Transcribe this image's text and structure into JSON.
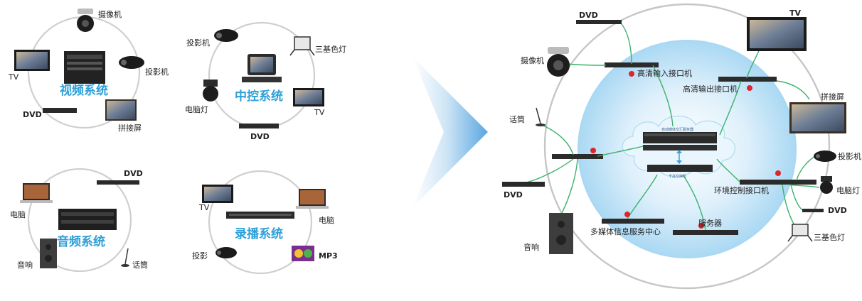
{
  "left": {
    "video": {
      "title": "视频系统",
      "camera": "摄像机",
      "projector": "投影机",
      "tv": "TV",
      "dvd": "DVD",
      "splice": "拼接屏"
    },
    "control": {
      "title": "中控系统",
      "projector": "投影机",
      "light": "三基色灯",
      "computer_light": "电脑灯",
      "tv": "TV",
      "dvd": "DVD"
    },
    "audio": {
      "title": "音频系统",
      "dvd": "DVD",
      "computer": "电脑",
      "speaker": "音响",
      "mic": "话筒"
    },
    "recording": {
      "title": "录播系统",
      "tv": "TV",
      "computer": "电脑",
      "projector": "投影",
      "mp3": "MP3"
    }
  },
  "right": {
    "dvd_top": "DVD",
    "tv": "TV",
    "camera": "摄像机",
    "hd_input": "高清输入接口机",
    "hd_output": "高清输出接口机",
    "splice": "拼接屏",
    "mic": "话筒",
    "projector": "投影机",
    "dvd_left": "DVD",
    "env_control": "环境控制接口机",
    "computer_light": "电脑灯",
    "dvd_right": "DVD",
    "multimedia": "多媒体信息服务中心",
    "server": "服务器",
    "speaker": "音响",
    "light": "三基色灯",
    "central_server": "自动媒体交汇服务器",
    "switch": "千兆交换机"
  },
  "colors": {
    "accent": "#2e9fd8",
    "link": "#39b36a",
    "dot": "#e0242a",
    "ring": "#cfcfcf",
    "arrow": "#5aa7e0"
  }
}
